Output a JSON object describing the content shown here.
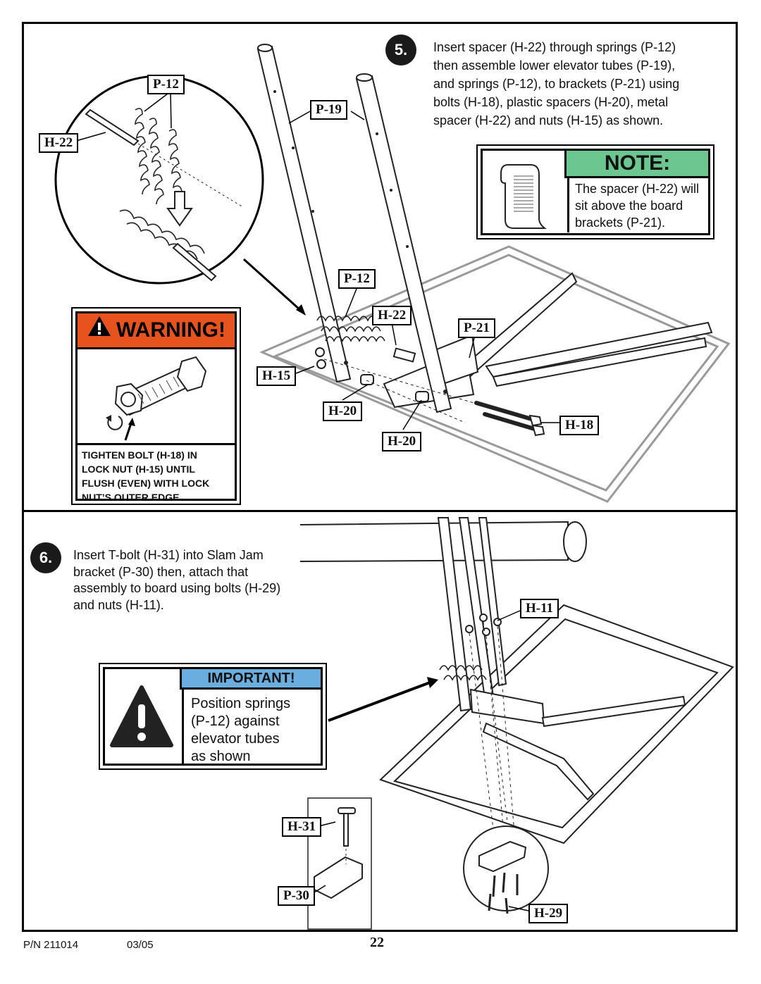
{
  "step5": {
    "number": "5.",
    "lines": [
      "Insert spacer (H-22) through springs (P-12)",
      "then assemble lower elevator tubes (P-19),",
      "and springs (P-12), to brackets (P-21) using",
      "bolts (H-18), plastic spacers (H-20), metal",
      "spacer (H-22) and nuts (H-15) as shown."
    ]
  },
  "note": {
    "title": "NOTE:",
    "lines": [
      "The spacer (H-22) will",
      "sit above the board",
      "brackets (P-21)."
    ],
    "icon": "note-page-icon",
    "color": "#6cc68f"
  },
  "warning": {
    "title": "WARNING!",
    "lines": [
      "TIGHTEN BOLT (H-18) IN",
      "LOCK NUT (H-15) UNTIL",
      "FLUSH (EVEN) WITH LOCK",
      "NUT’S OUTER EDGE."
    ],
    "color": "#e8531d"
  },
  "step6": {
    "number": "6.",
    "lines": [
      "Insert T-bolt (H-31) into Slam Jam",
      "bracket (P-30) then, attach that",
      "assembly to board using bolts (H-29)",
      "and nuts (H-11)."
    ]
  },
  "important": {
    "title": "IMPORTANT!",
    "lines": [
      "Position springs",
      "(P-12) against",
      "elevator tubes",
      "as shown"
    ],
    "color": "#6aaee0"
  },
  "labels": {
    "p12_a": "P-12",
    "h22_a": "H-22",
    "p19": "P-19",
    "p12_b": "P-12",
    "h22_b": "H-22",
    "p21": "P-21",
    "h15": "H-15",
    "h20_a": "H-20",
    "h20_b": "H-20",
    "h18": "H-18",
    "h11": "H-11",
    "h31": "H-31",
    "p30": "P-30",
    "h29": "H-29"
  },
  "footer": {
    "part_number": "P/N 211014",
    "date": "03/05",
    "page": "22"
  }
}
